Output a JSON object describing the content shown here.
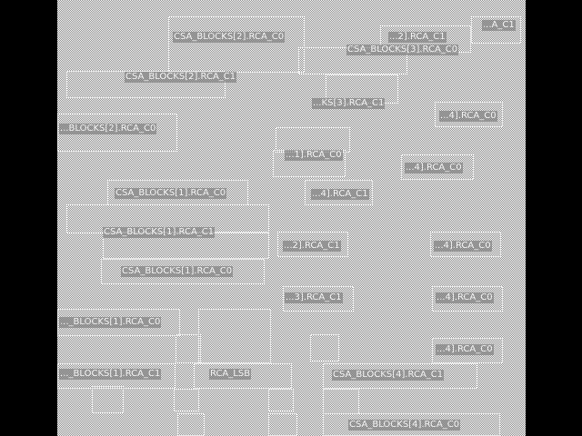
{
  "cells": [
    {
      "label": "CSA_BLOCKS[2].RCA_C0"
    },
    {
      "label": "...2].RCA_C1"
    },
    {
      "label": "...A_C1"
    },
    {
      "label": "CSA_BLOCKS[3].RCA_C0"
    },
    {
      "label": "CSA_BLOCKS[2].RCA_C1"
    },
    {
      "label": "...KS[3].RCA_C1"
    },
    {
      "label": "...4].RCA_C0"
    },
    {
      "label": "...BLOCKS[2].RCA_C0"
    },
    {
      "label": "...1].RCA_C0"
    },
    {
      "label": "...4].RCA_C0"
    },
    {
      "label": "CSA_BLOCKS[1].RCA_C0"
    },
    {
      "label": "...4].RCA_C1"
    },
    {
      "label": "CSA_BLOCKS[1].RCA_C1"
    },
    {
      "label": "...2].RCA_C1"
    },
    {
      "label": "...4].RCA_C0"
    },
    {
      "label": "CSA_BLOCKS[1].RCA_C0"
    },
    {
      "label": "...3].RCA_C1"
    },
    {
      "label": "...4].RCA_C0"
    },
    {
      "label": "..._BLOCKS[1].RCA_C0"
    },
    {
      "label": "...4].RCA_C0"
    },
    {
      "label": "..._BLOCKS[1].RCA_C1"
    },
    {
      "label": "RCA_LSB"
    },
    {
      "label": "CSA_BLOCKS[4].RCA_C1"
    },
    {
      "label": "CSA_BLOCKS[4].RCA_C0"
    }
  ]
}
